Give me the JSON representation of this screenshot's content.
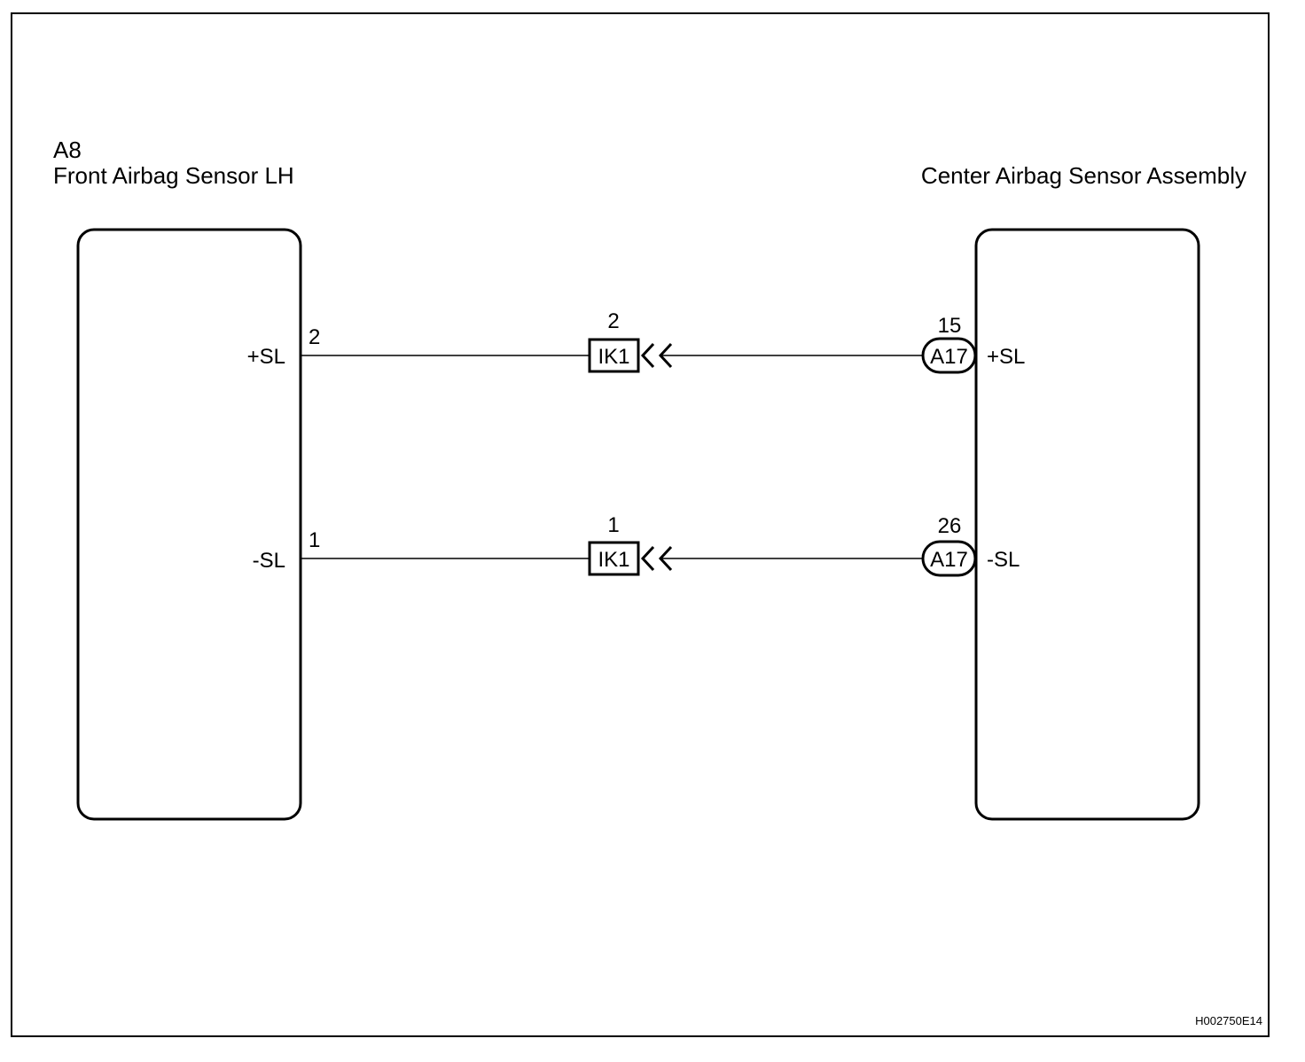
{
  "left_component": {
    "code": "A8",
    "name": "Front Airbag Sensor LH",
    "pins": [
      {
        "number": "2",
        "signal": "+SL"
      },
      {
        "number": "1",
        "signal": "-SL"
      }
    ]
  },
  "right_component": {
    "name": "Center Airbag Sensor Assembly",
    "connector": "A17",
    "pins": [
      {
        "number": "15",
        "signal": "+SL"
      },
      {
        "number": "26",
        "signal": "-SL"
      }
    ]
  },
  "junctions": [
    {
      "connector": "IK1",
      "pin": "2"
    },
    {
      "connector": "IK1",
      "pin": "1"
    }
  ],
  "figure_code": "H002750E14"
}
